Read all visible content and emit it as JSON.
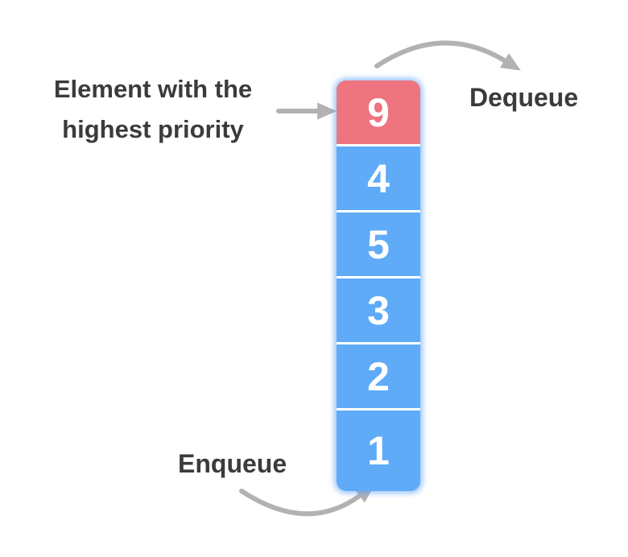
{
  "labels": {
    "highest_priority_line1": "Element with the",
    "highest_priority_line2": "highest priority",
    "dequeue": "Dequeue",
    "enqueue": "Enqueue"
  },
  "queue": {
    "items": [
      {
        "value": "9",
        "highlight": true
      },
      {
        "value": "4",
        "highlight": false
      },
      {
        "value": "5",
        "highlight": false
      },
      {
        "value": "3",
        "highlight": false
      },
      {
        "value": "2",
        "highlight": false
      },
      {
        "value": "1",
        "highlight": false
      }
    ]
  },
  "icons": {
    "pointer_arrow": "straight-arrow-right-icon",
    "dequeue_arrow": "curved-arrow-out-icon",
    "enqueue_arrow": "curved-arrow-in-icon"
  },
  "colors": {
    "highlight": "#ee747f",
    "item": "#5fabf8",
    "arrow": "#b2b2b2",
    "text": "#3b3b3b",
    "value_text": "#ffffff",
    "glow": "#4a96f7"
  }
}
